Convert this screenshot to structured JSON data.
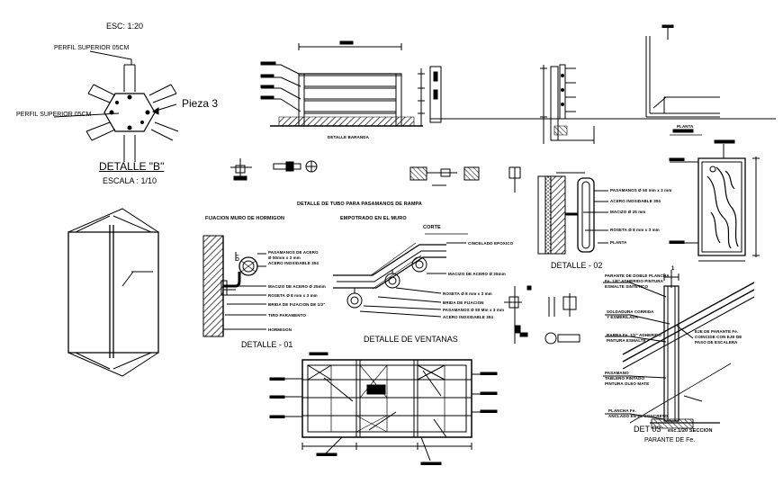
{
  "sheet": {
    "scale_top": "ESC: 1:20",
    "detail_b": {
      "title": "DETALLE \"B\"",
      "scale": "ESCALA : 1/10",
      "label_top": "PERFIL SUPERIOR 05CM",
      "label_left": "PERFIL SUPERIOR 05CM",
      "piece": "Pieza 3"
    },
    "baranda": {
      "title": "DETALLE BARANDA"
    },
    "tube_title": "DETALLE DE TUBO PARA PASAMANOS DE RAMPA",
    "fijacion_title": "FIJACION MURO DE HORMIGON",
    "empotrado_title": "EMPOTRADO EN EL MURO",
    "corte": "CORTE",
    "detalle01": {
      "title": "DETALLE - 01",
      "n5": "5",
      "notes": [
        "PASAMANOS DE ACERO",
        "Ø 50mm x 3 mm",
        "ACERO INOXIDABLE 304",
        "MACIZO DE ACERO Ø 25mm",
        "ROSETA Ø 8 mm x 3 mm",
        "BRIDA DE FIJACION DE 1/2\"",
        "TIRO PARAMENTO",
        "HORMIGON"
      ]
    },
    "empotrado_notes": [
      "CINCELADO EPOXICO",
      "MACIZO DE ACERO Ø 25mm",
      "ROSETA Ø 8 mm x 3 mm",
      "BRIDA DE FIJACION",
      "PASAMANOS Ø 50 Mm x 3 mm",
      "ACERO INOXIDABLE 304"
    ],
    "detalle02": {
      "title": "DETALLE - 02",
      "notes": [
        "PASAMANOS Ø 50 mm x 3 mm",
        "ACERO INOXIDABLE 304",
        "MACIZO Ø 25 mm",
        "ROSETA Ø 8 mm x 3 mm",
        "PLANTA"
      ]
    },
    "planta": "PLANTA",
    "ventanas": {
      "title": "DETALLE DE VENTANAS"
    },
    "det03": {
      "title": "DET 03",
      "subtitle": "esc.1/20 SECCION",
      "caption": "PARANTE DE Fe.",
      "notes": [
        "PARANTE DE DOBLE PLANCHA",
        "Fe. 1/8\" ADHERIDO PINTURA",
        "ESMALTE SINTETICO",
        "SOLDADURA CORRIDA",
        "Y ESMERILADA",
        "EJE DE PARANTE Fe.",
        "COINCIDE CON EJE DE",
        "PASO DE ESCALERA",
        "BARRA Fe. 1/2\" ADHERIDO",
        "PINTURA ESMALTE",
        "PASAMANO",
        "TABLERO PINTADO",
        "PINTURA OLEO MATE",
        "PLANCHA Fe.",
        "ANCLADO EN EL CONCRETO"
      ],
      "dim_top": "1"
    }
  }
}
